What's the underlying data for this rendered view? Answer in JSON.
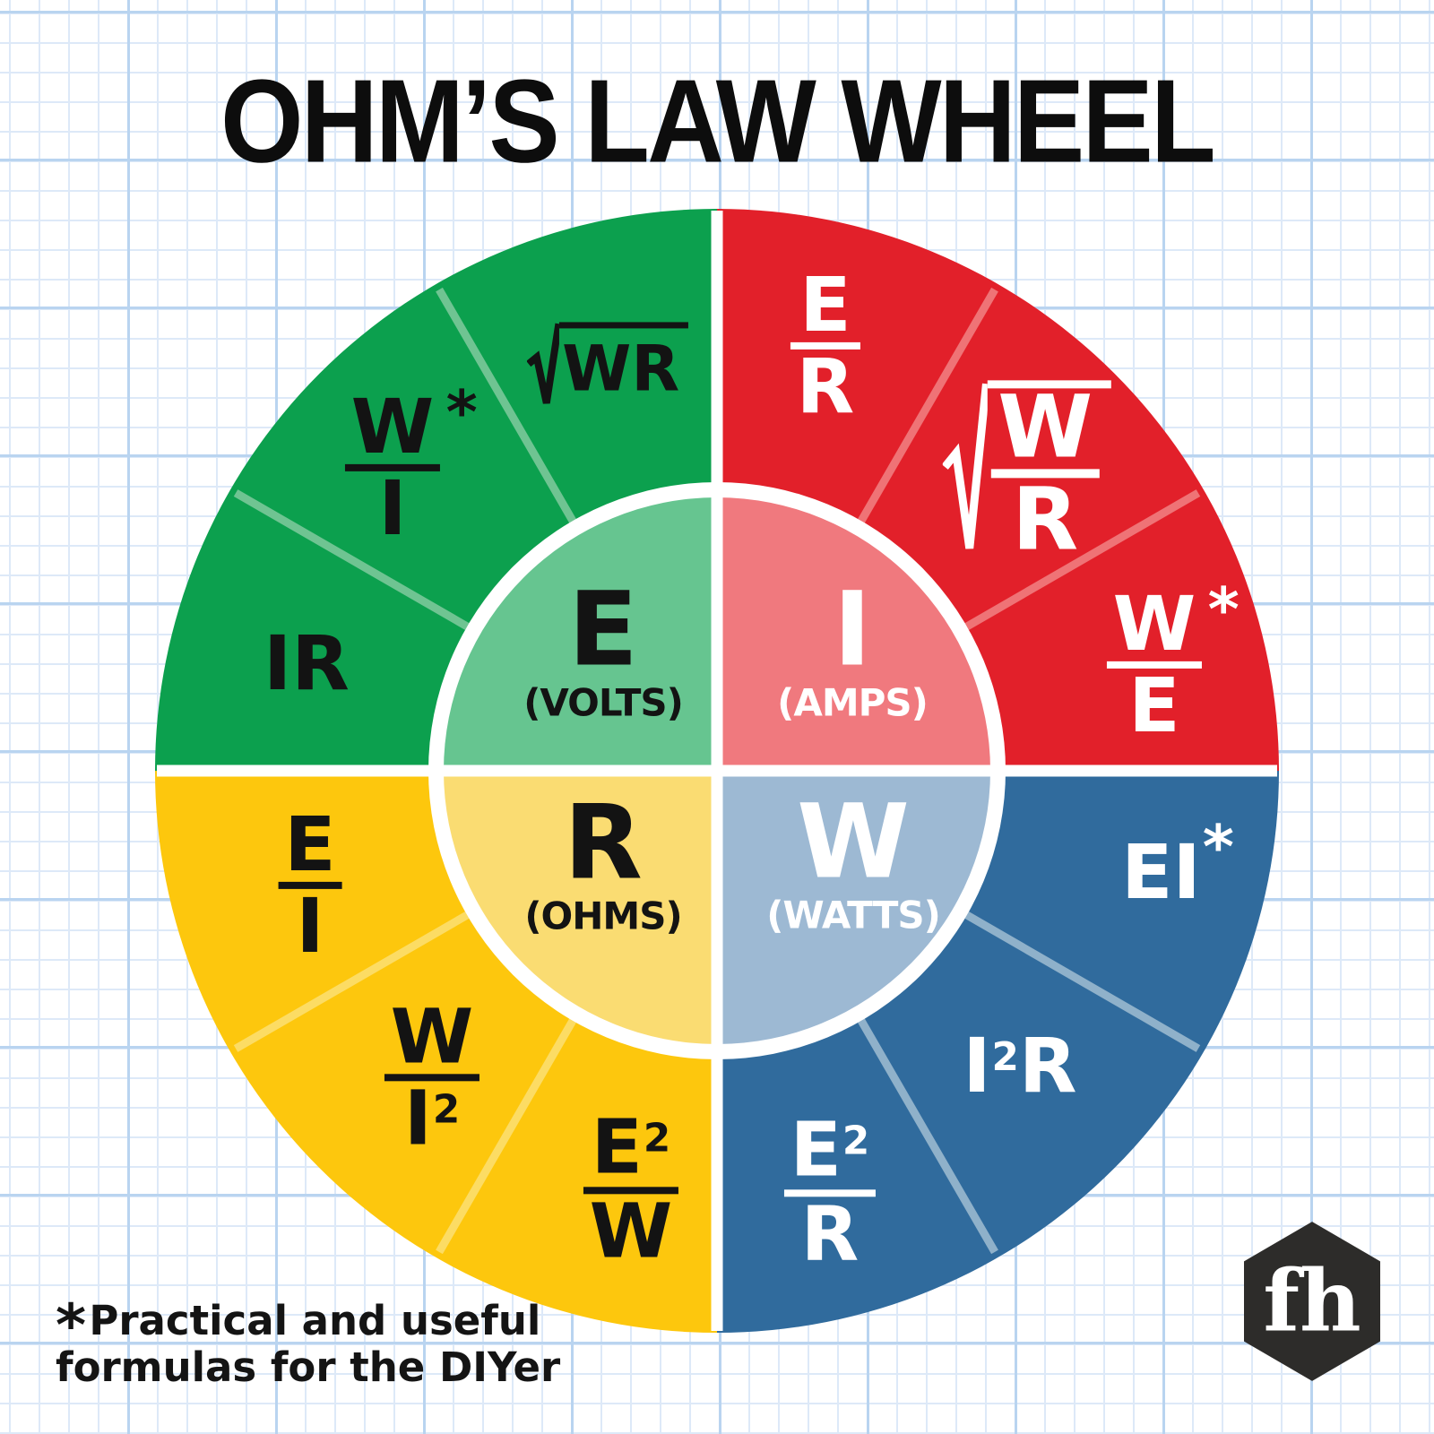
{
  "title": "OHM’S LAW WHEEL",
  "footnote": {
    "asterisk": "*",
    "line1": "Practical and useful",
    "line2": "formulas for the DIYer"
  },
  "logo": {
    "text": "fh",
    "background_color": "#2d2c2a"
  },
  "colors": {
    "paper": "#ffffff",
    "grid_minor": "#dde9f8",
    "grid_major": "#b9d4f0",
    "text_dark": "#131313",
    "text_light": "#ffffff"
  },
  "wheel": {
    "volts": {
      "symbol": "E",
      "unit": "(VOLTS)",
      "outer_color": "#0ca04e",
      "inner_color": "#66c590",
      "divider_color": "#6fc492",
      "formulas": {
        "sqrt_wr": {
          "radical": "√",
          "content": "WR"
        },
        "w_over_i": {
          "num": "W",
          "star": "*",
          "den": "I"
        },
        "ir": "IR"
      }
    },
    "amps": {
      "symbol": "I",
      "unit": "(AMPS)",
      "outer_color": "#e2202a",
      "inner_color": "#f0797e",
      "divider_color": "#ef7376",
      "formulas": {
        "e_over_r": {
          "num": "E",
          "den": "R"
        },
        "sqrt_w_over_r": {
          "radical": "√",
          "num": "W",
          "den": "R"
        },
        "w_over_e": {
          "num": "W",
          "star": "*",
          "den": "E"
        }
      }
    },
    "ohms": {
      "symbol": "R",
      "unit": "(OHMS)",
      "outer_color": "#fdc70d",
      "inner_color": "#fadc72",
      "divider_color": "#fcdc64",
      "formulas": {
        "e_over_i": {
          "num": "E",
          "den": "I"
        },
        "w_over_i_squared": {
          "num": "W",
          "den": "I",
          "den_sup": "2"
        },
        "e_squared_over_w": {
          "num": "E",
          "num_sup": "2",
          "den": "W"
        }
      }
    },
    "watts": {
      "symbol": "W",
      "unit": "(WATTS)",
      "outer_color": "#306b9d",
      "inner_color": "#9db9d3",
      "divider_color": "#8fb1ca",
      "formulas": {
        "ei": {
          "text": "EI",
          "star": "*"
        },
        "i_squared_r": {
          "pre": "I",
          "sup": "2",
          "post": "R"
        },
        "e_squared_over_r": {
          "num": "E",
          "num_sup": "2",
          "den": "R"
        }
      }
    }
  }
}
